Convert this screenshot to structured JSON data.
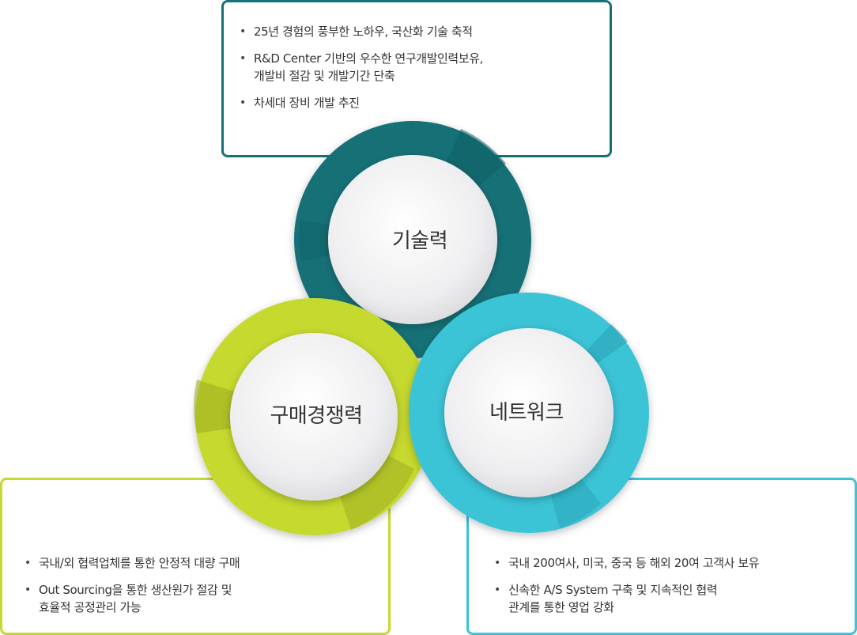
{
  "diagram": {
    "center_labels": {
      "technology": "기술력",
      "purchasing": "구매경쟁력",
      "network": "네트워크"
    },
    "colors": {
      "technology": "#157177",
      "purchasing": "#c6d92f",
      "network": "#3bc3d6"
    }
  },
  "boxes": {
    "technology": {
      "items": [
        "25년 경험의 풍부한 노하우, 국산화 기술 축적",
        "R&D Center 기반의 우수한 연구개발인력보유,\n개발비 절감 및 개발기간 단축",
        "차세대 장비 개발 추진"
      ]
    },
    "purchasing": {
      "items": [
        "국내/외 협력업체를 통한 안정적 대량 구매",
        "Out Sourcing을 통한 생산원가 절감 및\n효율적 공정관리 가능"
      ]
    },
    "network": {
      "items": [
        "국내 200여사, 미국, 중국 등 해외 20여 고객사 보유",
        "신속한 A/S System 구축 및 지속적인 협력\n관계를 통한 영업 강화"
      ]
    }
  }
}
